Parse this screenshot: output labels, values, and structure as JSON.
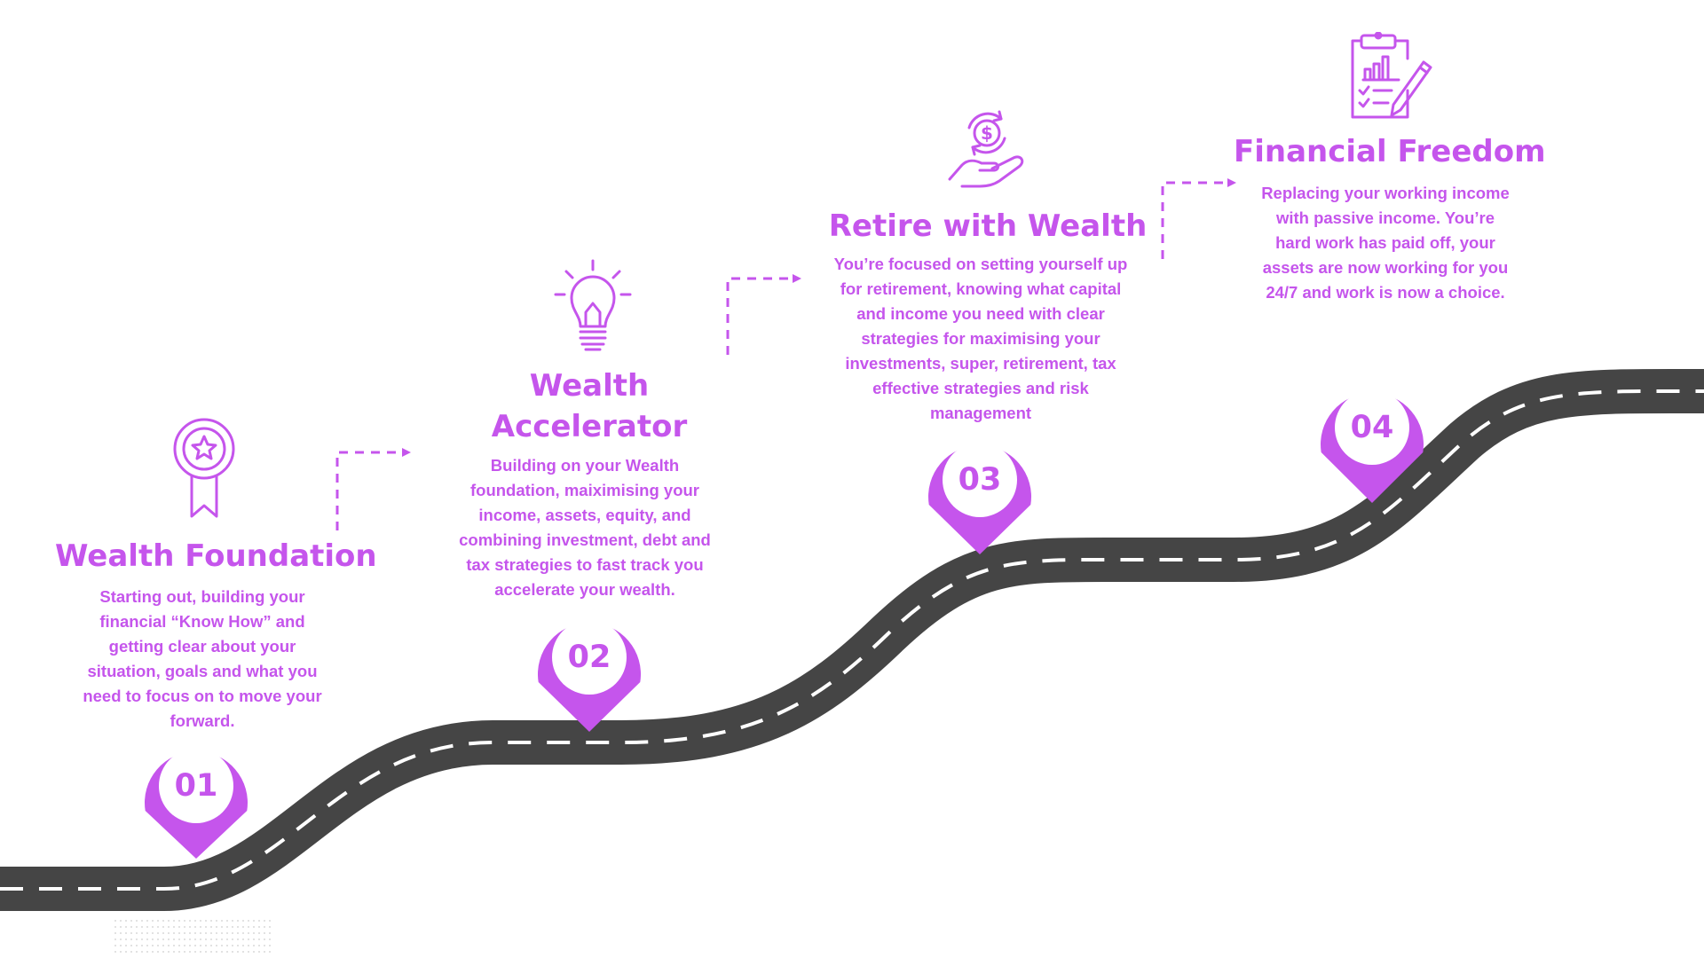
{
  "colors": {
    "accent": "#c555ec",
    "road": "#454545",
    "road_marking": "#ffffff",
    "background": "#ffffff"
  },
  "stages": [
    {
      "number": "01",
      "title": "Wealth Foundation",
      "description": "Starting out, building your financial “Know How” and getting clear about your situation, goals and what you need to focus on to move your forward.",
      "icon": "award-ribbon-star-icon"
    },
    {
      "number": "02",
      "title": "Wealth Accelerator",
      "description": "Building on your Wealth foundation, maiximising your income, assets, equity, and combining investment, debt and tax strategies to fast track you accelerate your wealth.",
      "icon": "lightbulb-icon"
    },
    {
      "number": "03",
      "title": "Retire with Wealth",
      "description": "You’re focused on setting yourself up for retirement, knowing what capital and income you need with clear strategies for maximising your investments, super, retirement, tax effective strategies and risk management",
      "icon": "hand-dollar-coin-icon"
    },
    {
      "number": "04",
      "title": "Financial Freedom",
      "description": "Replacing your working income with passive income. You’re hard work has paid off, your assets are now working for you 24/7 and work is now a choice.",
      "icon": "clipboard-chart-pencil-icon"
    }
  ]
}
